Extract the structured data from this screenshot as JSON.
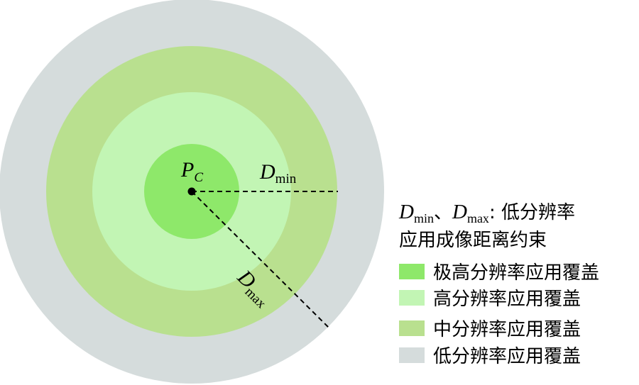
{
  "colors": {
    "very_high": "#8ee86a",
    "high": "#c2f5b4",
    "medium": "#b9e08f",
    "low": "#d5dcdc",
    "line": "#000000"
  },
  "labels": {
    "center_main": "P",
    "center_sub": "C",
    "dmin_main": "D",
    "dmin_sub": "min",
    "dmax_main": "D",
    "dmax_sub": "max"
  },
  "constraint_note": {
    "d1": "D",
    "d1_sub": "min",
    "sep": "、",
    "d2": "D",
    "d2_sub": "max",
    "line1_rest": ": 低分辨率",
    "line2": "应用成像距离约束"
  },
  "legend": [
    {
      "label": "极高分辨率应用覆盖",
      "color": "#8ee86a"
    },
    {
      "label": "高分辨率应用覆盖",
      "color": "#c2f5b4"
    },
    {
      "label": "中分辨率应用覆盖",
      "color": "#b9e08f"
    },
    {
      "label": "低分辨率应用覆盖",
      "color": "#d5dcdc"
    }
  ]
}
